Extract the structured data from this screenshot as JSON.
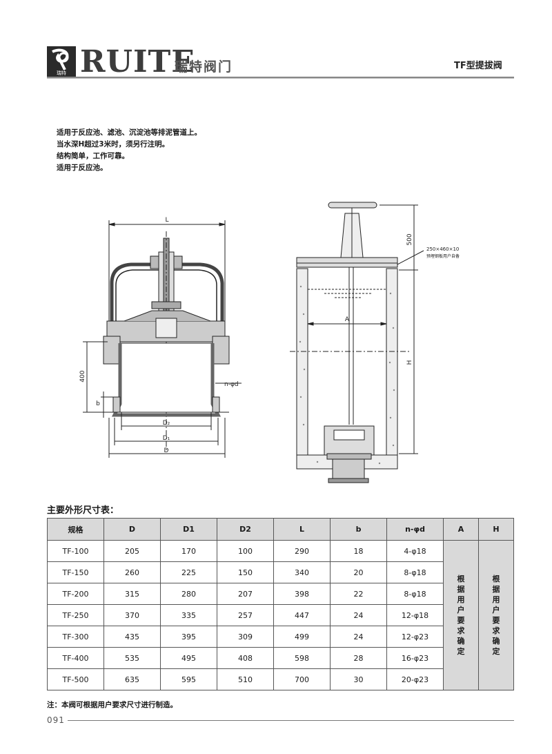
{
  "header": {
    "brand_en": "RUITE",
    "brand_cn": "瑞特阀门",
    "logo_text": "瑞特",
    "product_name": "TF型提拔阀"
  },
  "description": [
    "适用于反应池、滤池、沉淀池等排泥管道上。",
    "当水深H超过3米时，须另行注明。",
    "结构简单，工作可靠。",
    "适用于反应池。"
  ],
  "drawing_left": {
    "dim_L": "L",
    "dim_400": "400",
    "dim_b": "b",
    "dim_nd": "n-φd",
    "dim_D2": "D₂",
    "dim_D1": "D₁",
    "dim_D": "D"
  },
  "drawing_right": {
    "dim_500": "500",
    "plate_note": "250×460×10",
    "plate_note2": "预埋钢板用户自备",
    "dim_A": "A",
    "dim_H": "H"
  },
  "table": {
    "title": "主要外形尺寸表：",
    "headers": [
      "规格",
      "D",
      "D1",
      "D2",
      "L",
      "b",
      "n-φd",
      "A",
      "H"
    ],
    "rows": [
      [
        "TF-100",
        "205",
        "170",
        "100",
        "290",
        "18",
        "4-φ18"
      ],
      [
        "TF-150",
        "260",
        "225",
        "150",
        "340",
        "20",
        "8-φ18"
      ],
      [
        "TF-200",
        "315",
        "280",
        "207",
        "398",
        "22",
        "8-φ18"
      ],
      [
        "TF-250",
        "370",
        "335",
        "257",
        "447",
        "24",
        "12-φ18"
      ],
      [
        "TF-300",
        "435",
        "395",
        "309",
        "499",
        "24",
        "12-φ23"
      ],
      [
        "TF-400",
        "535",
        "495",
        "408",
        "598",
        "28",
        "16-φ23"
      ],
      [
        "TF-500",
        "635",
        "595",
        "510",
        "700",
        "30",
        "20-φ23"
      ]
    ],
    "merged_A": "根据用户要求确定",
    "merged_H": "根据用户要求确定"
  },
  "footnote": "注：本阀可根据用户要求尺寸进行制造。",
  "page_number": "091",
  "colors": {
    "rule": "#888888",
    "header_fill": "#d9d9d9",
    "text": "#1a1a1a"
  }
}
